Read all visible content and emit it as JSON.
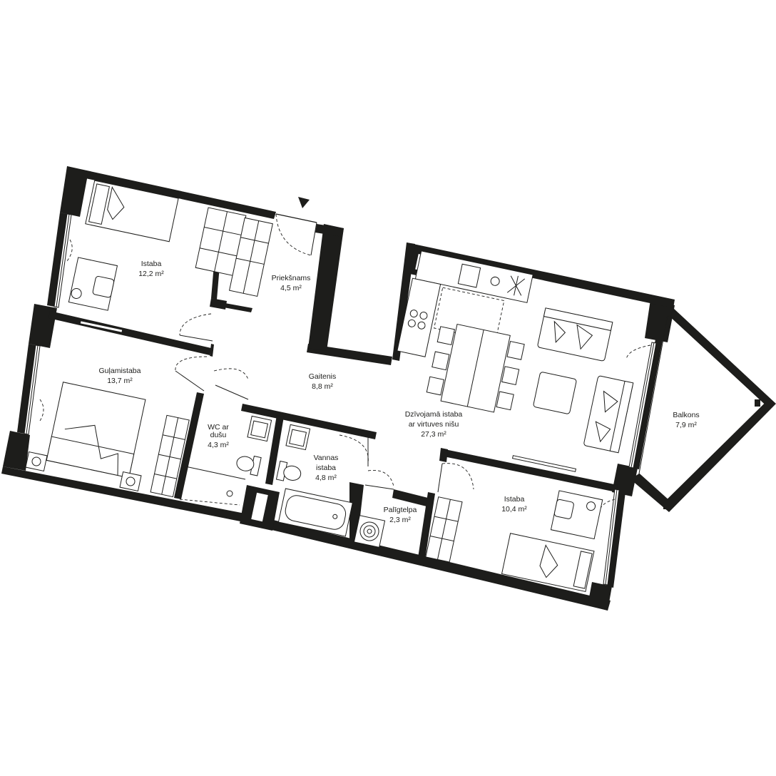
{
  "rooms": [
    {
      "name": "Istaba",
      "area": "12,2 m²"
    },
    {
      "name": "Priekšnams",
      "area": "4,5 m²"
    },
    {
      "name": "Guļamistaba",
      "area": "13,7 m²"
    },
    {
      "name": "Gaitenis",
      "area": "8,8 m²"
    },
    {
      "name_lines": [
        "WC ar",
        "dušu"
      ],
      "area": "4,3 m²"
    },
    {
      "name_lines": [
        "Vannas",
        "istaba"
      ],
      "area": "4,8 m²"
    },
    {
      "name": "Palīgtelpa",
      "area": "2,3 m²"
    },
    {
      "name_lines": [
        "Dzīvojamā istaba",
        "ar virtuves nišu"
      ],
      "area": "27,3 m²"
    },
    {
      "name": "Istaba",
      "area": "10,4 m²"
    },
    {
      "name": "Balkons",
      "area": "7,9 m²"
    }
  ],
  "icons": {
    "entrance": "entrance-arrow-icon",
    "bed": "bed-icon",
    "desk_chair": "desk-chair-icon",
    "sofa": "sofa-icon",
    "dining_table": "dining-table-icon",
    "bathtub": "bathtub-icon",
    "toilet": "toilet-icon",
    "washbasin": "washbasin-icon",
    "shower": "shower-icon",
    "wardrobe": "wardrobe-icon",
    "kitchen": "kitchen-counter-icon",
    "washing_machine": "washing-machine-icon"
  },
  "colors": {
    "walls": "#1d1d1b",
    "background": "#ffffff"
  }
}
